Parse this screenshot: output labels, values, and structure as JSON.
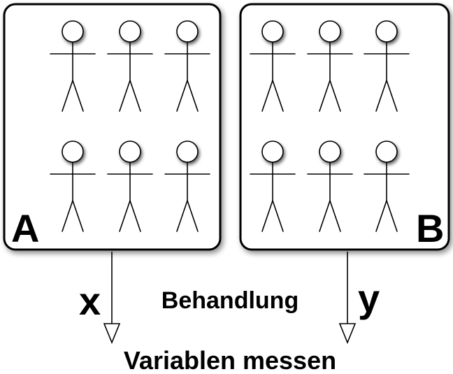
{
  "groups": {
    "a": {
      "label": "A",
      "people": 6
    },
    "b": {
      "label": "B",
      "people": 6
    }
  },
  "variables": {
    "x": "x",
    "y": "y"
  },
  "treatment_label": "Behandlung",
  "measure_label": "Variablen messen"
}
